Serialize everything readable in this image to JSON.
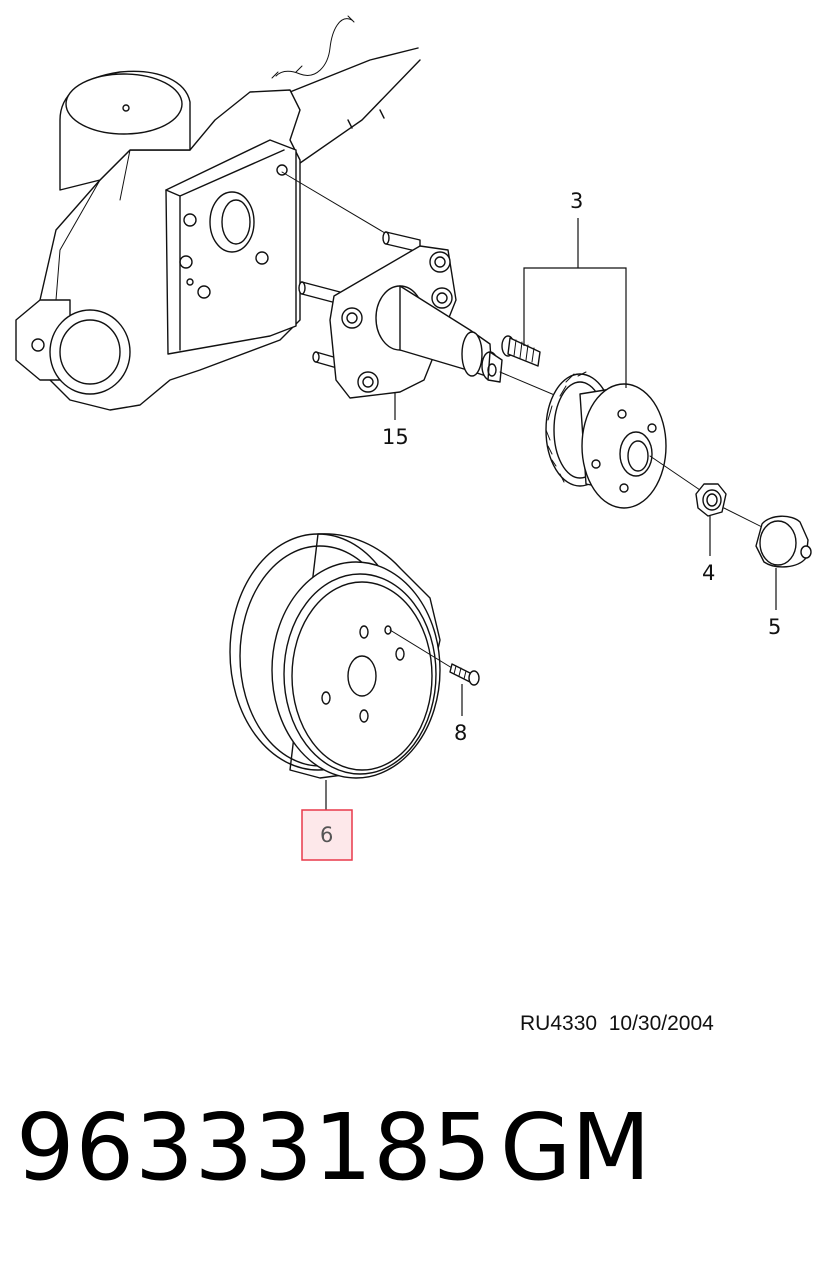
{
  "diagram": {
    "callouts": {
      "hub_assembly": "3",
      "nut": "4",
      "cap": "5",
      "drum": "6",
      "screw": "8",
      "spindle": "15"
    },
    "highlight_color": "#e8394a",
    "highlight_fill": "#fde8ea"
  },
  "footer": {
    "ref_code": "RU4330",
    "date": "10/30/2004",
    "part_number": "96333185",
    "brand": "GM"
  }
}
